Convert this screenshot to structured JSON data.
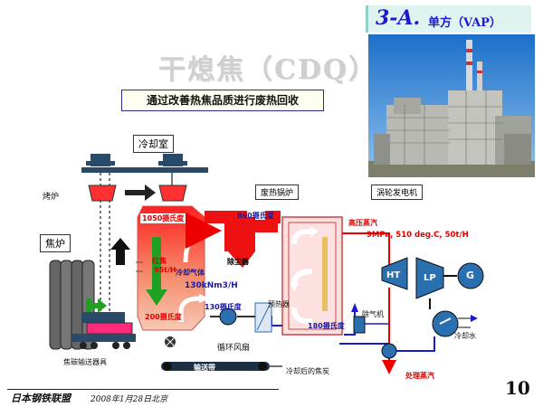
{
  "header": {
    "section_number": "3-A.",
    "section_title": "单方（VAP）"
  },
  "title": "干熄焦（CDQ）",
  "subtitle": "通过改善热焦品质进行废热回收",
  "labels": {
    "cooling_chamber": "冷却室",
    "kiln": "烤炉",
    "coke_oven": "焦炉",
    "waste_heat_boiler": "废热锅炉",
    "turbine_generator": "涡轮发电机",
    "temp_1050": "1050摄氏度",
    "temp_860": "860摄氏度",
    "temp_200": "200摄氏度",
    "temp_130": "130摄氏度",
    "temp_180": "180摄氏度",
    "red_coke": "红焦",
    "coke_rate": "95t/H",
    "cooling_gas": "冷却气体",
    "gas_flow": "130kNm3/H",
    "dust_collector": "除尘器",
    "preheater": "预热器",
    "circulating_fan": "循环风扇",
    "coke_transport": "焦碳输送器具",
    "cooled_coke": "冷却后的焦炭",
    "conveyor": "输送带",
    "high_pressure_steam": "高压蒸汽",
    "steam_spec": "9MPa, 510 deg.C, 50t/H",
    "ht": "HT",
    "lp": "LP",
    "generator": "G",
    "deaerator": "除气机",
    "cooling_water": "冷却水",
    "process_steam": "处理蒸汽"
  },
  "footer": {
    "org": "日本钢铁联盟",
    "date": "2008年1月28日北京",
    "page": "10"
  },
  "colors": {
    "hot": "#ee1111",
    "warm": "#f4a0a0",
    "cold_arrow": "#20a020",
    "steam_blue": "#1a1ad0",
    "pipe_red": "#ee0000",
    "equipment_blue": "#2a6fb0"
  }
}
